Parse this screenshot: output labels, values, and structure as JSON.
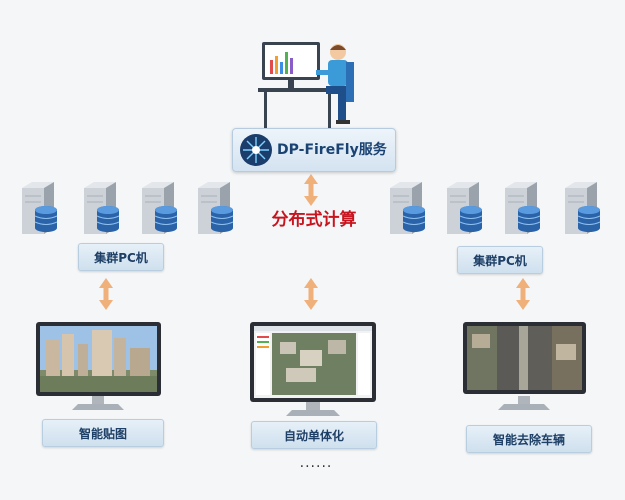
{
  "service": {
    "label": "DP-FireFly服务"
  },
  "center": {
    "title": "分布式计算"
  },
  "clusters": [
    {
      "label": "集群PC机"
    },
    {
      "label": "集群PC机"
    }
  ],
  "apps": [
    {
      "label": "智能贴图"
    },
    {
      "label": "自动单体化"
    },
    {
      "label": "智能去除车辆"
    }
  ],
  "more": {
    "text": "......"
  },
  "colors": {
    "accent_red": "#c8141e",
    "arrow_orange": "#f0b07a",
    "label_blue": "#1e3f66"
  }
}
